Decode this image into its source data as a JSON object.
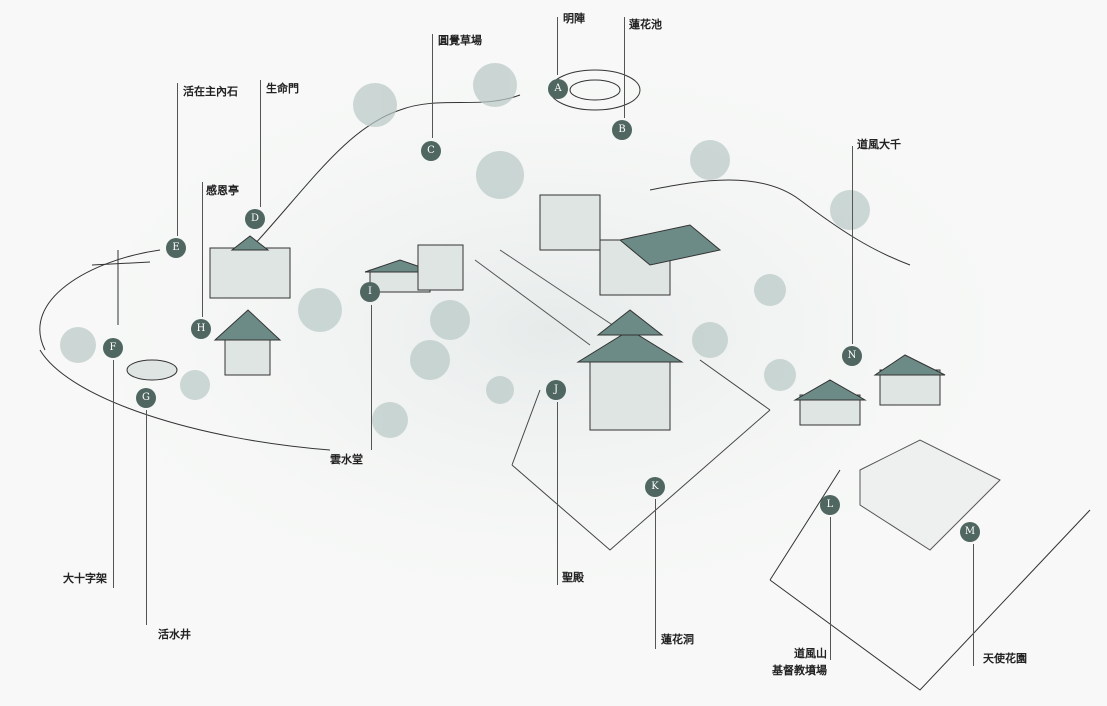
{
  "map": {
    "marker_color": "#4f6661",
    "sites": [
      {
        "id": "A",
        "name": "明陣"
      },
      {
        "id": "B",
        "name": "蓮花池"
      },
      {
        "id": "C",
        "name": "圓覺草場"
      },
      {
        "id": "D",
        "name": "生命門"
      },
      {
        "id": "E",
        "name": "活在主內石"
      },
      {
        "id": "F",
        "name": "大十字架"
      },
      {
        "id": "G",
        "name": "活水井"
      },
      {
        "id": "H",
        "name": "感恩亭"
      },
      {
        "id": "I",
        "name": "雲水堂"
      },
      {
        "id": "J",
        "name": "聖殿"
      },
      {
        "id": "K",
        "name": "蓮花洞"
      },
      {
        "id": "L",
        "name": "道風山",
        "name2": "基督教墳場"
      },
      {
        "id": "M",
        "name": "天使花園"
      },
      {
        "id": "N",
        "name": "道風大千"
      }
    ]
  }
}
